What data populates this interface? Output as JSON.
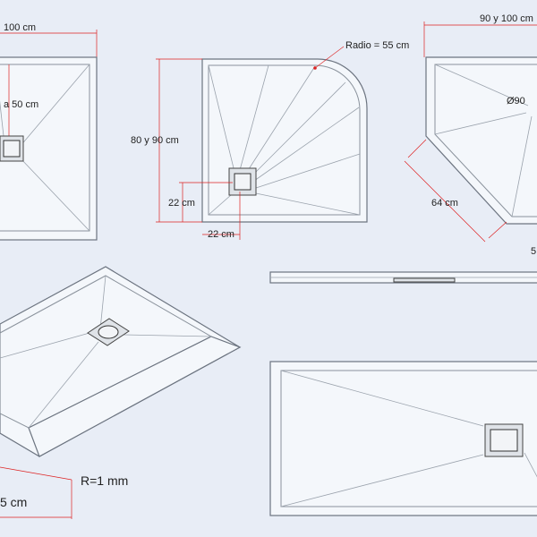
{
  "labels": {
    "square_width": "100 cm",
    "square_drain": "a 50 cm",
    "quarter_radius": "Radio = 55 cm",
    "quarter_height": "80 y 90 cm",
    "quarter_drain_v": "22 cm",
    "quarter_drain_h": "22 cm",
    "pent_width": "90 y 100 cm",
    "pent_drain": "Ø90",
    "pent_side": "64 cm",
    "pent_edge_partial": "5",
    "radius_note": "R=1 mm",
    "persp_dim": "5 cm"
  },
  "colors": {
    "background": "#e8edf6",
    "tray_fill": "#f4f7fb",
    "outline": "#6c7480",
    "dimension": "#dd2222"
  }
}
